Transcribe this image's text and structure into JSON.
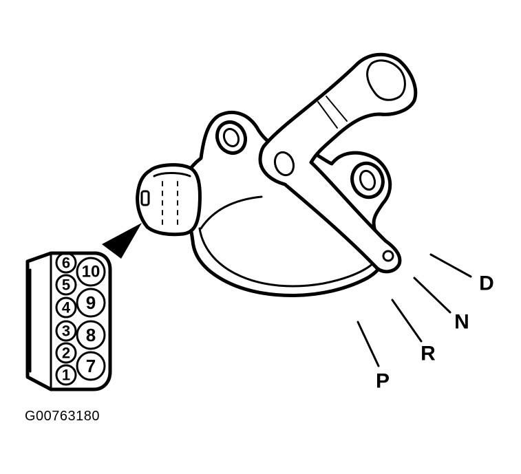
{
  "connector": {
    "pins_left": [
      "6",
      "5",
      "4",
      "3",
      "2",
      "1"
    ],
    "pins_right": [
      "10",
      "9",
      "8",
      "7"
    ]
  },
  "positions": {
    "D": "D",
    "N": "N",
    "R": "R",
    "P": "P"
  },
  "figure_id": "G00763180"
}
